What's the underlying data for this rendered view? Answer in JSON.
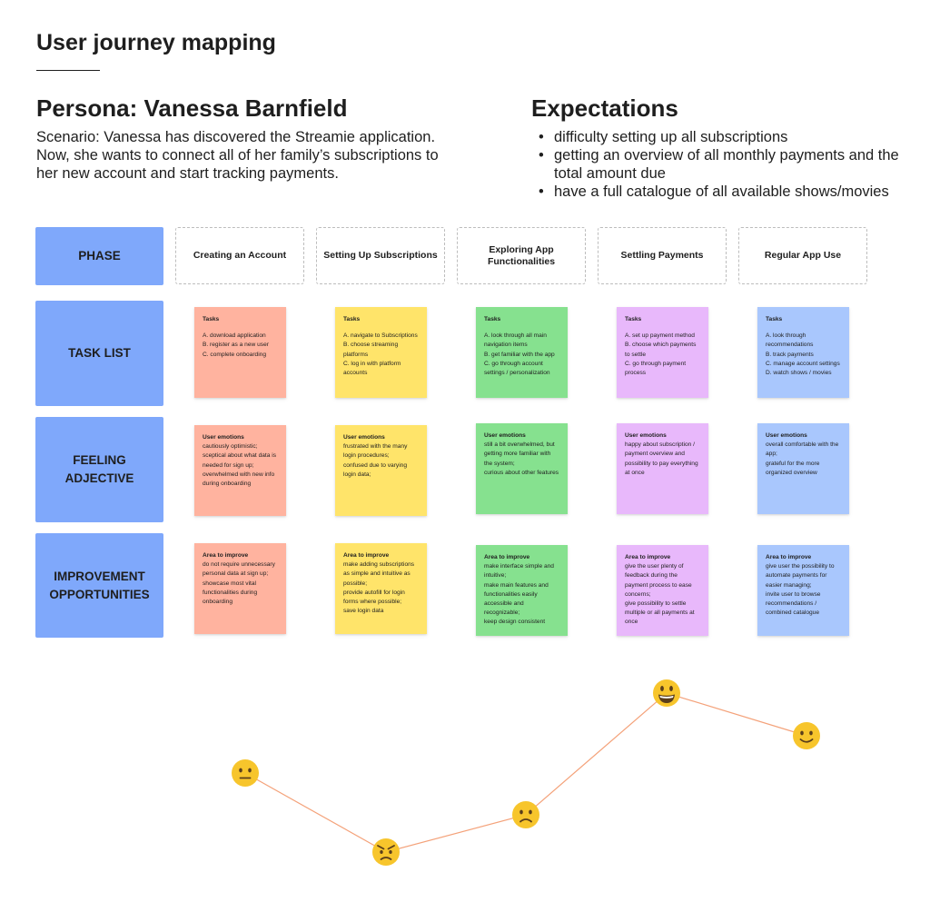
{
  "title": "User journey mapping",
  "persona": {
    "title": "Persona: Vanessa Barnfield",
    "scenario": "Scenario: Vanessa has discovered the Streamie application. Now, she wants to connect all of her family’s subscriptions to her new account and start tracking payments."
  },
  "expectations": {
    "title": "Expectations",
    "items": [
      "difficulty setting up all subscriptions",
      "getting an overview of all monthly payments and the total amount due",
      "have a full catalogue of all available shows/movies"
    ]
  },
  "rows": {
    "phase": "PHASE",
    "task_list": "TASK LIST",
    "feeling": "FEELING ADJECTIVE",
    "improvement": "IMPROVEMENT OPPORTUNITIES"
  },
  "phases": [
    {
      "label": "Creating an Account",
      "color": "#ffb39f",
      "tasks": {
        "heading": "Tasks",
        "body": "A. download application\nB. register as a new user\nC. complete onboarding"
      },
      "emotions": {
        "heading": "User emotions",
        "body": "cautiously optimistic;\nsceptical about what data is needed for sign up;\noverwhelmed with new info during onboarding"
      },
      "improve": {
        "heading": "Area to improve",
        "body": "do not require unnecessary personal data at sign up;\nshowcase most vital functionalities during onboarding"
      },
      "emoji": "neutral-face-icon",
      "mood": 2
    },
    {
      "label": "Setting Up Subscriptions",
      "color": "#ffe46a",
      "tasks": {
        "heading": "Tasks",
        "body": "A. navigate to Subscriptions\nB. choose streaming platforms\nC. log in with platform accounts"
      },
      "emotions": {
        "heading": "User emotions",
        "body": "frustrated with the many login procedures;\nconfused due to varying login data;"
      },
      "improve": {
        "heading": "Area to improve",
        "body": "make adding subscriptions as simple and intuitive as possible;\nprovide autofill for login forms where possible;\nsave login data"
      },
      "emoji": "angry-face-icon",
      "mood": 0
    },
    {
      "label": "Exploring App Functionalities",
      "color": "#86e18f",
      "tasks": {
        "heading": "Tasks",
        "body": "A. look through all main navigation items\nB. get familiar with the app\nC. go through account settings / personalization"
      },
      "emotions": {
        "heading": "User emotions",
        "body": "still a bit overwhelmed, but getting more familiar with the system;\ncurious about other features"
      },
      "improve": {
        "heading": "Area to improve",
        "body": "make interface simple and intuitive;\nmake main features and functionalities easily accessible and recognizable;\nkeep design consistent"
      },
      "emoji": "frowning-face-icon",
      "mood": 1
    },
    {
      "label": "Settling Payments",
      "color": "#e8b8fb",
      "tasks": {
        "heading": "Tasks",
        "body": "A. set up payment method\nB. choose which payments to settle\nC. go through payment process"
      },
      "emotions": {
        "heading": "User emotions",
        "body": "happy about subscription / payment overview and possibility to pay everything at once"
      },
      "improve": {
        "heading": "Area to improve",
        "body": "give the user plenty of feedback during the payment process to ease concerns;\ngive possibility to settle multiple or all payments at once"
      },
      "emoji": "grinning-face-icon",
      "mood": 4
    },
    {
      "label": "Regular App Use",
      "color": "#a9c7fd",
      "tasks": {
        "heading": "Tasks",
        "body": "A. look through recommendations\nB. track payments\nC. manage account settings\nD. watch shows / movies"
      },
      "emotions": {
        "heading": "User emotions",
        "body": "overall comfortable with the app;\ngrateful for the more organized overview"
      },
      "improve": {
        "heading": "Area to improve",
        "body": "give user the possibility to automate payments for easier managing;\ninvite user to browse recommendations / combined catalogue"
      },
      "emoji": "slightly-smiling-face-icon",
      "mood": 3
    }
  ],
  "colors": {
    "row_label": "#7fa8fb",
    "journey_line": "#f4a27a",
    "emoji_face": "#f7c52c",
    "emoji_feature": "#5a3e1b"
  }
}
